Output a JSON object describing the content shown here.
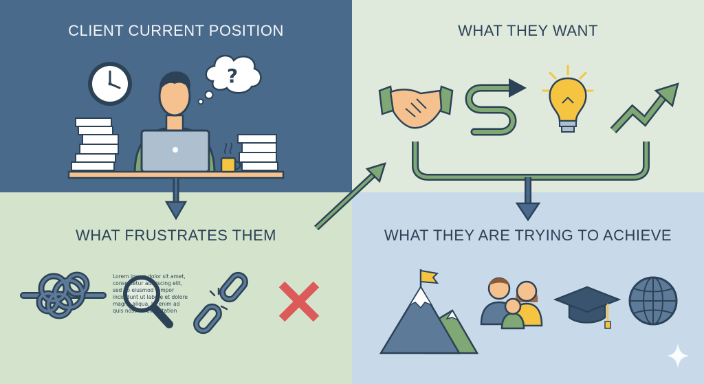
{
  "panels": {
    "current_position": {
      "title": "CLIENT CURRENT POSITION"
    },
    "what_they_want": {
      "title": "WHAT THEY WANT"
    },
    "frustrations": {
      "title": "WHAT FRUSTRATES THEM"
    },
    "goals": {
      "title": "WHAT THEY ARE TRYING TO ACHIEVE"
    }
  },
  "thought_bubble_text": "?",
  "lorem_text": "Lorem ipsum dolor sit amet,\nconsectetur adipiscing elit,\nsed do eiusmod tempor\nincididunt ut labore et dolore\nmagna aliqua. Ut enim ad\nquis nostrud exercitation",
  "colors": {
    "navy": "#4a6a8b",
    "dark_outline": "#2c4257",
    "green_accent": "#7fa874",
    "red_x": "#dc5a5a",
    "yellow_bulb": "#f5c542",
    "skin": "#f5c28f"
  },
  "icons": {
    "current_position": [
      "clock-icon",
      "person-at-laptop-icon",
      "thought-bubble-icon",
      "paper-stack-icon",
      "coffee-cup-icon"
    ],
    "what_they_want": [
      "handshake-icon",
      "winding-path-arrow-icon",
      "lightbulb-icon",
      "growth-arrow-icon"
    ],
    "frustrations": [
      "tangled-knot-icon",
      "magnifying-glass-icon",
      "broken-chain-icon",
      "red-x-icon"
    ],
    "goals": [
      "mountain-flag-icon",
      "family-icon",
      "graduation-cap-icon",
      "globe-icon"
    ]
  }
}
